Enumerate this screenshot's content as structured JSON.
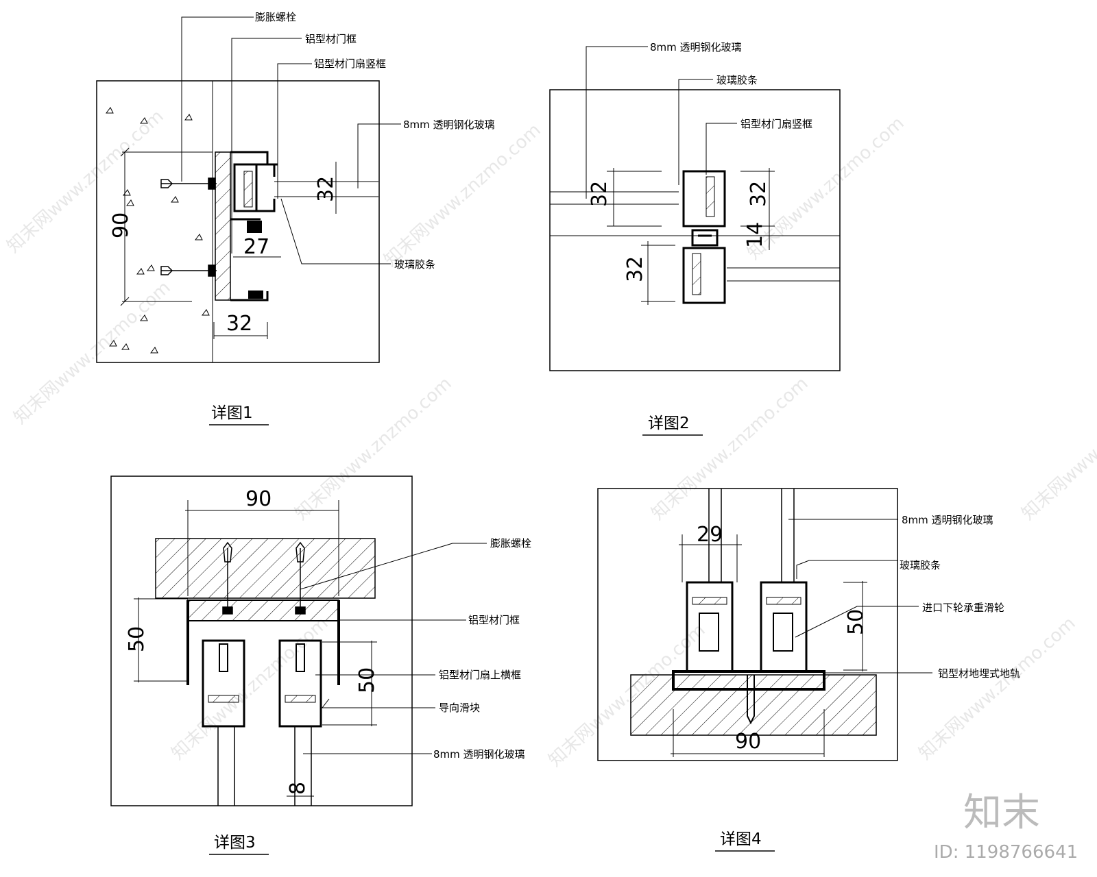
{
  "panels": [
    {
      "caption": "详图1",
      "labels": {
        "bolt": "膨胀螺栓",
        "door_frame": "铝型材门框",
        "leaf_stile": "铝型材门扇竖框",
        "glass": "8mm 透明钢化玻璃",
        "gasket": "玻璃胶条"
      },
      "dims": {
        "total": "90",
        "glass_gap": "32",
        "offset": "27",
        "frame_width": "32"
      }
    },
    {
      "caption": "详图2",
      "labels": {
        "glass": "8mm 透明钢化玻璃",
        "gasket": "玻璃胶条",
        "leaf_stile": "铝型材门扇竖框"
      },
      "dims": {
        "left_32": "32",
        "right_32": "32",
        "gap_14": "14",
        "lower_32": "32"
      }
    },
    {
      "caption": "详图3",
      "labels": {
        "bolt": "膨胀螺栓",
        "door_frame": "铝型材门框",
        "top_rail": "铝型材门扇上横框",
        "guide": "导向滑块",
        "glass": "8mm 透明钢化玻璃"
      },
      "dims": {
        "width_90": "90",
        "height_50_left": "50",
        "height_50_right": "50",
        "glass_8": "8"
      }
    },
    {
      "caption": "详图4",
      "labels": {
        "glass": "8mm 透明钢化玻璃",
        "gasket": "玻璃胶条",
        "wheel": "进口下轮承重滑轮",
        "track": "铝型材地埋式地轨"
      },
      "dims": {
        "width_29": "29",
        "height_50": "50",
        "width_90": "90"
      }
    }
  ],
  "watermark": {
    "text": "知末网www.znzmo.com",
    "logo": "知末",
    "id": "ID: 1198766641"
  }
}
